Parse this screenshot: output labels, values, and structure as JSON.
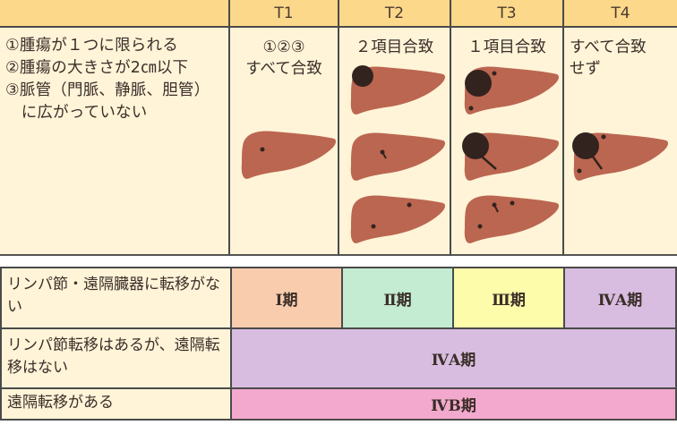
{
  "header": {
    "columns": [
      "",
      "T1",
      "T2",
      "T3",
      "T4"
    ]
  },
  "criteria": {
    "items": [
      "①腫瘍が１つに限られる",
      "②腫瘍の大きさが2㎝以下",
      "③脈管（門脈、静脈、胆管）",
      "　に広がっていない"
    ]
  },
  "t_columns": [
    {
      "label": "T1",
      "caption_line1": "①②③",
      "caption_line2": "すべて合致"
    },
    {
      "label": "T2",
      "caption_line1": "２項目合致",
      "caption_line2": ""
    },
    {
      "label": "T3",
      "caption_line1": "１項目合致",
      "caption_line2": ""
    },
    {
      "label": "T4",
      "caption_line1": "すべて合致",
      "caption_line2": "せず"
    }
  ],
  "staging": {
    "rows": [
      {
        "label": "リンパ節・遠隔臓器に転移がない",
        "stages": [
          "Ⅰ期",
          "Ⅱ期",
          "Ⅲ期",
          "ⅣA期"
        ]
      },
      {
        "label": "リンパ節転移はあるが、遠隔転移はない",
        "stages": [
          "ⅣA期"
        ]
      },
      {
        "label": "遠隔転移がある",
        "stages": [
          "ⅣB期"
        ]
      }
    ]
  },
  "colors": {
    "header_bg": "#fcd88a",
    "cell_bg": "#fff4d8",
    "liver": "#bb6650",
    "tumor": "#33231f",
    "stage_I": "#f9ccae",
    "stage_II": "#c3ecd2",
    "stage_III": "#fdfcaa",
    "stage_IVA": "#d8bde0",
    "stage_IVB": "#f3a9cd",
    "border": "#4a4a4a"
  }
}
